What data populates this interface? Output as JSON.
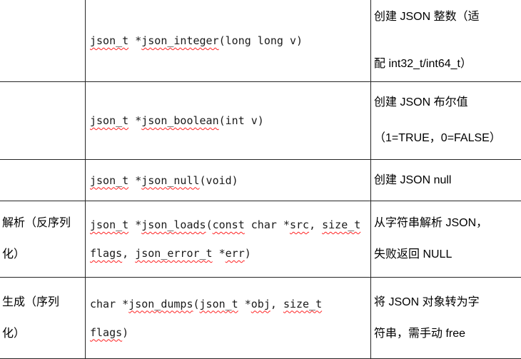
{
  "colors": {
    "border": "#262626",
    "squiggle": "#ff2222",
    "text": "#000000",
    "code": "#1a1a1a",
    "background": "#ffffff"
  },
  "table": {
    "rows": [
      {
        "cat": [],
        "code": [
          [
            {
              "t": "json_t",
              "sq": true
            },
            {
              "t": " *"
            },
            {
              "t": "json_integer",
              "sq": true
            },
            {
              "t": "(long long v)"
            }
          ]
        ],
        "desc": [
          "创建 JSON 整数（适",
          "配 int32_t/int64_t）"
        ]
      },
      {
        "cat": [],
        "code": [
          [
            {
              "t": "json_t",
              "sq": true
            },
            {
              "t": " *"
            },
            {
              "t": "json_boolean",
              "sq": true
            },
            {
              "t": "(int v)"
            }
          ]
        ],
        "desc": [
          "创建 JSON 布尔值",
          "（1=TRUE，0=FALSE）"
        ]
      },
      {
        "cat": [],
        "code": [
          [
            {
              "t": "json_t",
              "sq": true
            },
            {
              "t": " *"
            },
            {
              "t": "json_null",
              "sq": true
            },
            {
              "t": "(void)"
            }
          ]
        ],
        "desc": [
          "创建 JSON null"
        ]
      },
      {
        "cat": [
          "解析（反序列",
          "化）"
        ],
        "code": [
          [
            {
              "t": "json_t",
              "sq": true
            },
            {
              "t": " *"
            },
            {
              "t": "json_loads",
              "sq": true
            },
            {
              "t": "("
            },
            {
              "t": "const",
              "sq": true
            },
            {
              "t": " char *"
            },
            {
              "t": "src",
              "sq": true
            },
            {
              "t": ", "
            },
            {
              "t": "size_t",
              "sq": true
            }
          ],
          [
            {
              "t": "flags",
              "sq": true
            },
            {
              "t": ", "
            },
            {
              "t": "json_error_t",
              "sq": true
            },
            {
              "t": " *"
            },
            {
              "t": "err",
              "sq": true
            },
            {
              "t": ")"
            }
          ]
        ],
        "desc": [
          "从字符串解析 JSON，",
          "失败返回 NULL"
        ]
      },
      {
        "cat": [
          "生成（序列",
          "化）"
        ],
        "code": [
          [
            {
              "t": "char *"
            },
            {
              "t": "json_dumps",
              "sq": true
            },
            {
              "t": "("
            },
            {
              "t": "json_t",
              "sq": true
            },
            {
              "t": " *"
            },
            {
              "t": "obj",
              "sq": true
            },
            {
              "t": ", "
            },
            {
              "t": "size_t",
              "sq": true
            }
          ],
          [
            {
              "t": "flags",
              "sq": true
            },
            {
              "t": ")"
            }
          ]
        ],
        "desc": [
          "将 JSON 对象转为字",
          "符串，需手动 free"
        ]
      }
    ]
  }
}
